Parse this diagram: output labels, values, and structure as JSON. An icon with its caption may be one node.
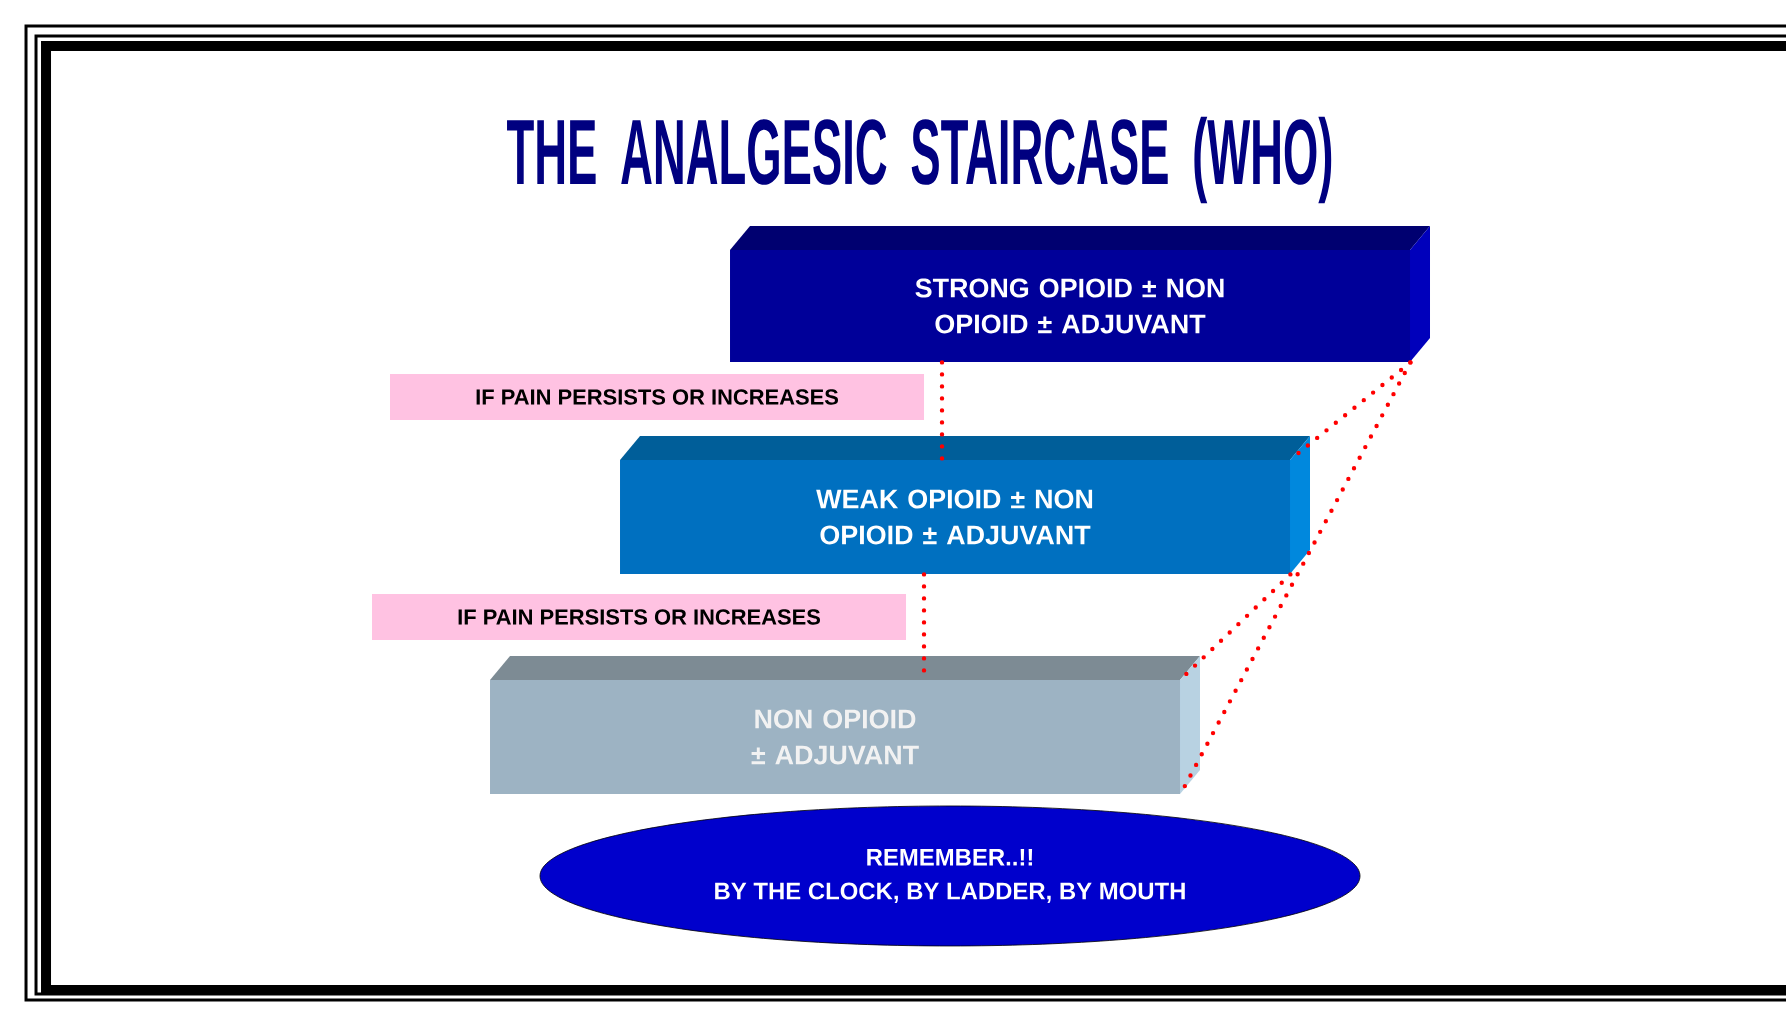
{
  "diagram": {
    "title": "THE ANALGESIC STAIRCASE (WHO)",
    "nodes": [
      {
        "text": [
          "STRONG OPIOID ± NON OPIOID ± ADJUVANT"
        ]
      },
      {
        "text": [
          "IF PAIN PERSISTS OR INCREASES"
        ]
      },
      {
        "text": [
          "WEAK OPIOID ± NON OPIOID ± ADJUVANT"
        ]
      },
      {
        "text": [
          "IF PAIN PERSISTS OR INCREASES"
        ]
      },
      {
        "text": [
          "NON OPIOID ± ADJUVANT"
        ]
      },
      {
        "text": [
          "REMEMBER..!!",
          "BY THE CLOCK, BY LADDER, BY MOUTH"
        ]
      }
    ],
    "edges": [
      {
        "from": 0,
        "to": 2,
        "arrow": "none",
        "style": "dashed",
        "color": "#ff0000"
      },
      {
        "from": 0,
        "to": 2,
        "arrow": "none",
        "style": "dashed",
        "color": "#ff0000"
      },
      {
        "from": 0,
        "to": 4,
        "arrow": "none",
        "style": "dashed",
        "color": "#ff0000"
      },
      {
        "from": 2,
        "to": 4,
        "arrow": "none",
        "style": "dashed",
        "color": "#ff0000"
      },
      {
        "from": 2,
        "to": 4,
        "arrow": "none",
        "style": "dashed",
        "color": "#ff0000"
      }
    ]
  }
}
